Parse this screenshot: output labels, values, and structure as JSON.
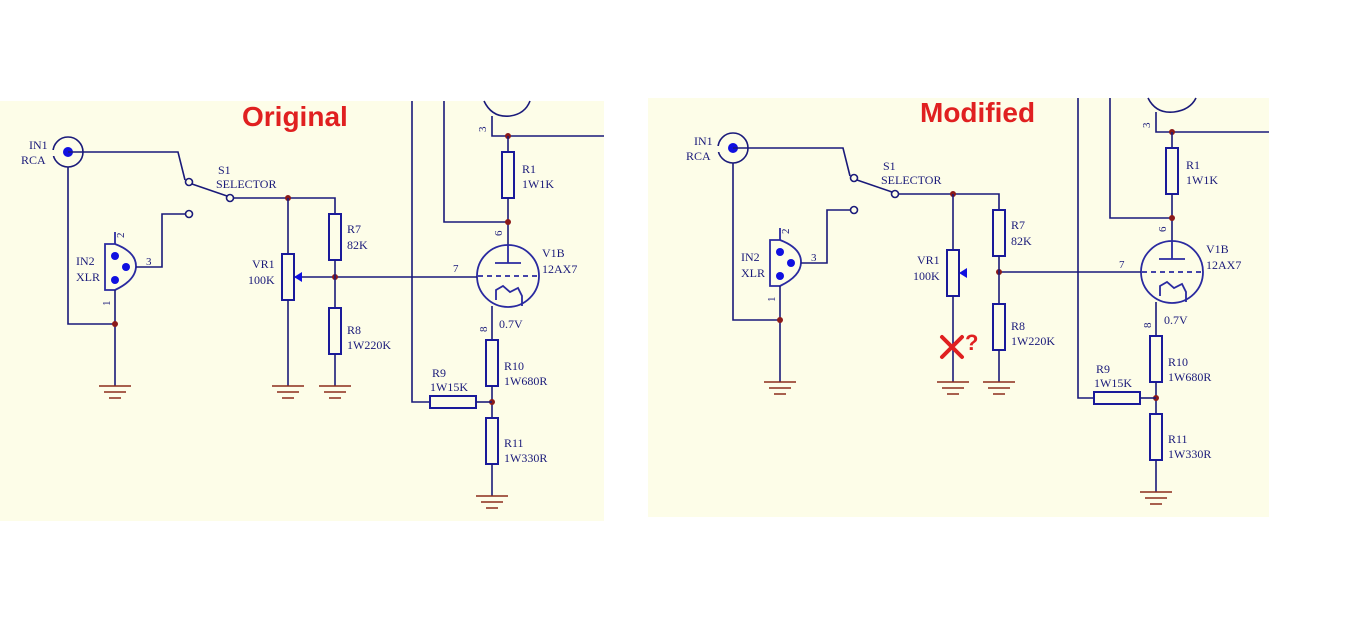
{
  "panels": [
    {
      "title": "Original",
      "removed_marker": null,
      "labels": {
        "in1_ref": "IN1",
        "in1_val": "RCA",
        "in2_ref": "IN2",
        "in2_val": "XLR",
        "in2_pin1": "1",
        "in2_pin2": "2",
        "in2_pin3": "3",
        "s1_ref": "S1",
        "s1_val": "SELECTOR",
        "vr1_ref": "VR1",
        "vr1_val": "100K",
        "r7_ref": "R7",
        "r7_val": "82K",
        "r8_ref": "R8",
        "r8_val": "1W220K",
        "r1_ref": "R1",
        "r1_val": "1W1K",
        "r9_ref": "R9",
        "r9_val": "1W15K",
        "r10_ref": "R10",
        "r10_val": "1W680R",
        "r11_ref": "R11",
        "r11_val": "1W330R",
        "v1b_ref": "V1B",
        "v1b_val": "12AX7",
        "pin3": "3",
        "pin6": "6",
        "pin7": "7",
        "pin8": "8",
        "cathode_v": "0.7V"
      }
    },
    {
      "title": "Modified",
      "removed_marker": "?",
      "labels": {
        "in1_ref": "IN1",
        "in1_val": "RCA",
        "in2_ref": "IN2",
        "in2_val": "XLR",
        "in2_pin1": "1",
        "in2_pin2": "2",
        "in2_pin3": "3",
        "s1_ref": "S1",
        "s1_val": "SELECTOR",
        "vr1_ref": "VR1",
        "vr1_val": "100K",
        "r7_ref": "R7",
        "r7_val": "82K",
        "r8_ref": "R8",
        "r8_val": "1W220K",
        "r1_ref": "R1",
        "r1_val": "1W1K",
        "r9_ref": "R9",
        "r9_val": "1W15K",
        "r10_ref": "R10",
        "r10_val": "1W680R",
        "r11_ref": "R11",
        "r11_val": "1W330R",
        "v1b_ref": "V1B",
        "v1b_val": "12AX7",
        "pin3": "3",
        "pin6": "6",
        "pin7": "7",
        "pin8": "8",
        "cathode_v": "0.7V"
      }
    }
  ]
}
